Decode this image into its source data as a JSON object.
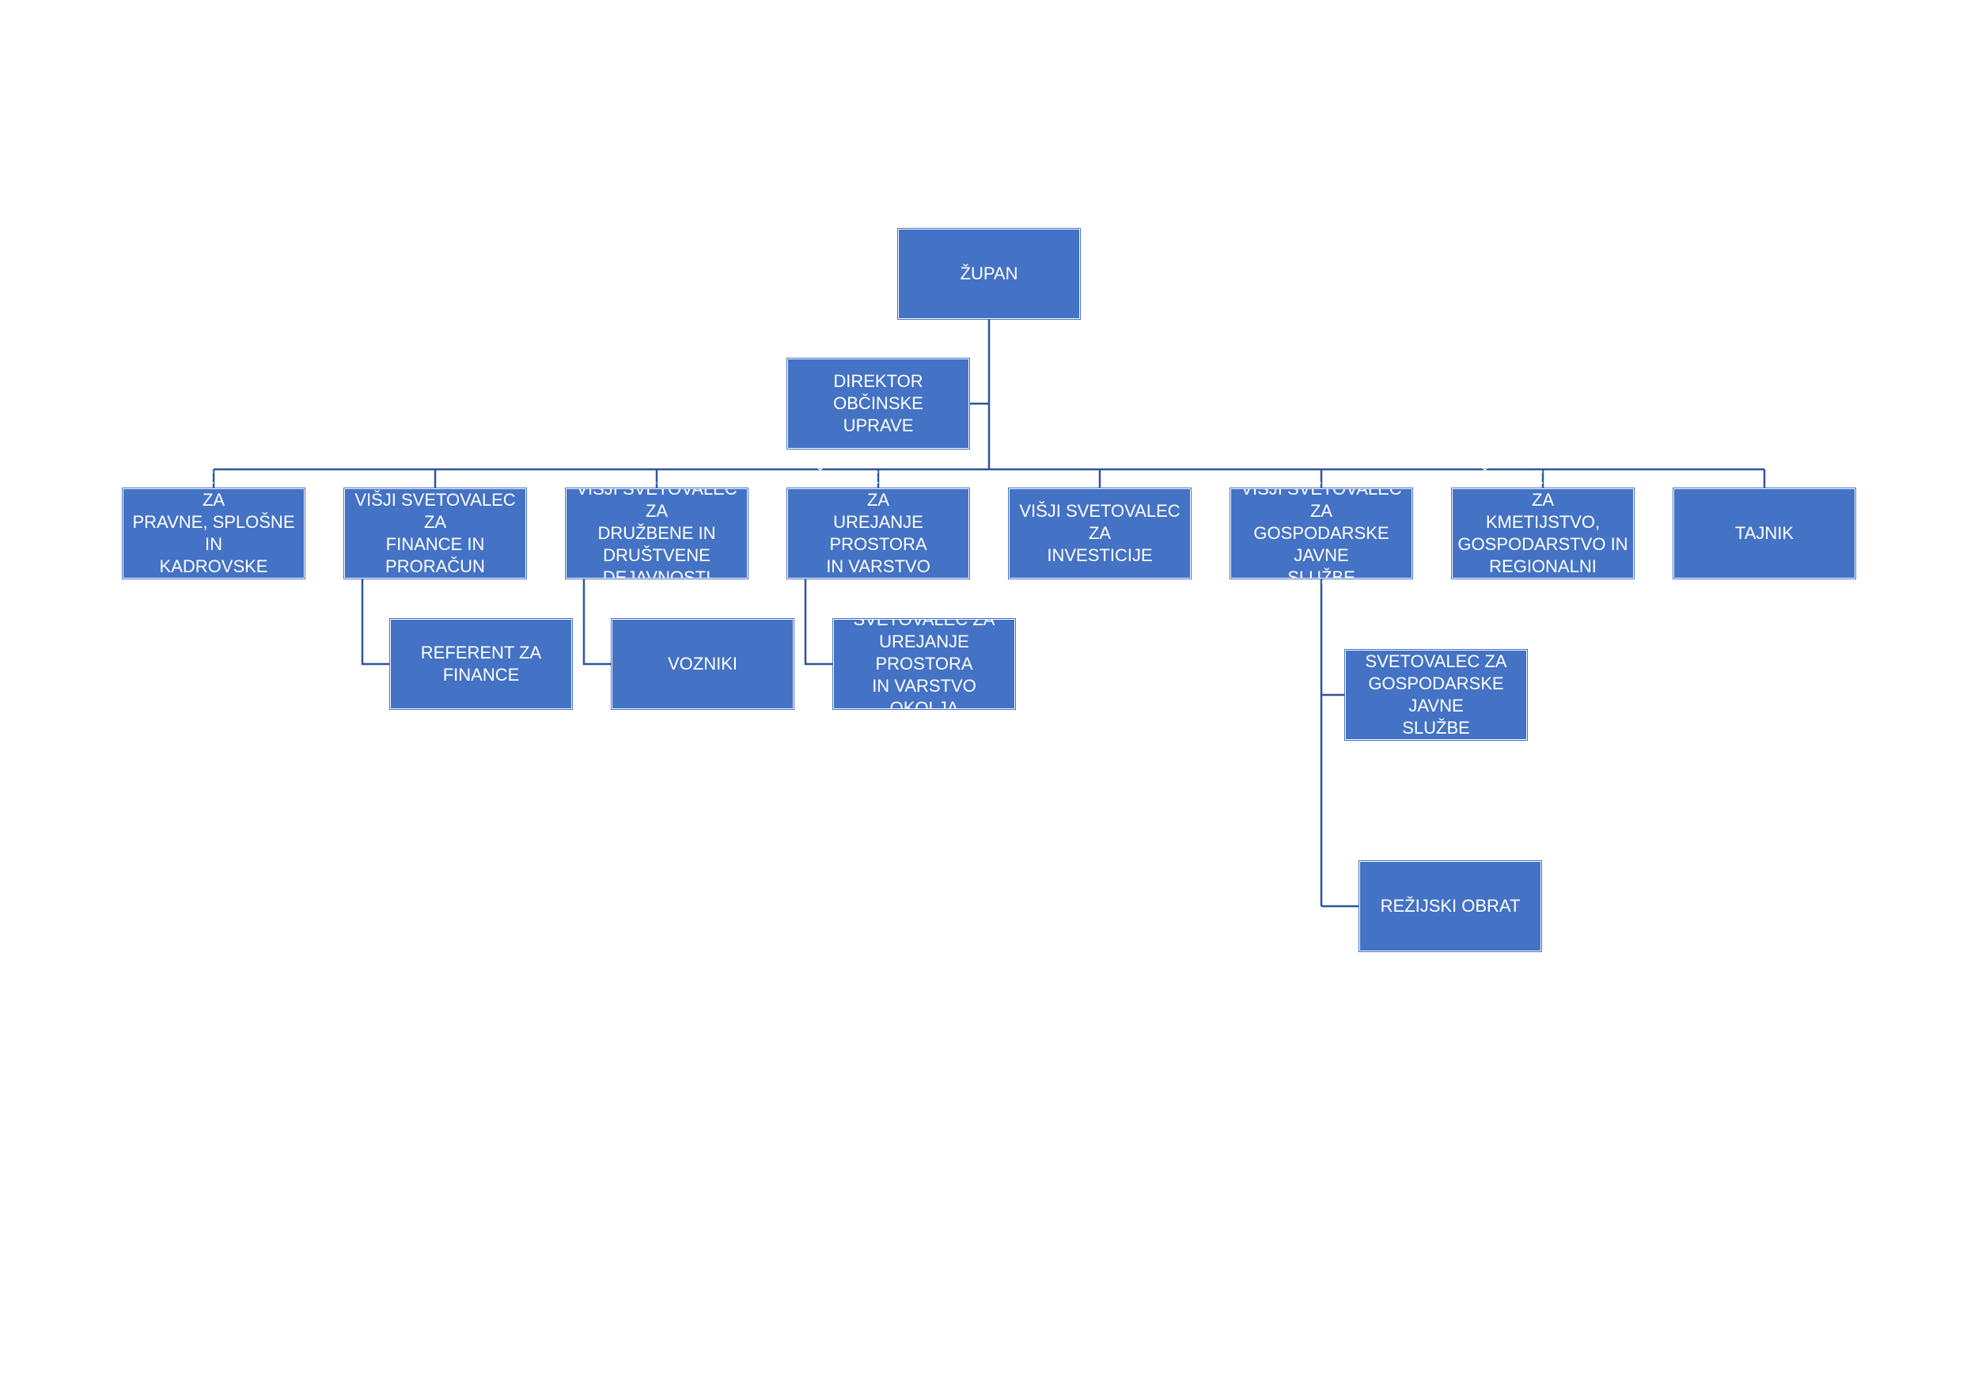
{
  "org_chart": {
    "root": {
      "label": "ŽUPAN"
    },
    "assistant": {
      "label": "DIREKTOR OBČINSKE\nUPRAVE"
    },
    "departments": [
      {
        "label": "VIŠJI SVETOVALEC ZA\nPRAVNE, SPLOŠNE IN\nKADROVSKE ZADEVE"
      },
      {
        "label": "VIŠJI SVETOVALEC ZA\nFINANCE IN\nPRORAČUN"
      },
      {
        "label": "VIŠJI SVETOVALEC ZA\nDRUŽBENE IN\nDRUŠTVENE\nDEJAVNOSTI"
      },
      {
        "label": "VIŠJI SVETOVALEC ZA\nUREJANJE PROSTORA\nIN VARSTVO OKOLJA"
      },
      {
        "label": "VIŠJI SVETOVALEC ZA\nINVESTICIJE"
      },
      {
        "label": "VIŠJI SVETOVALEC ZA\nGOSPODARSKE JAVNE\nSLUŽBE"
      },
      {
        "label": "VIŠJI SVETOVALEC ZA\nKMETIJSTVO,\nGOSPODARSTVO IN\nREGIONALNI RAZVOJ"
      },
      {
        "label": "TAJNIK"
      }
    ],
    "subordinates": {
      "referent_finance": {
        "label": "REFERENT ZA\nFINANCE"
      },
      "vozniki": {
        "label": "VOZNIKI"
      },
      "svetovalec_urejanje": {
        "label": "SVETOVALEC ZA\nUREJANJE PROSTORA\nIN VARSTVO OKOLJA"
      },
      "svetovalec_gospodarske": {
        "label": "SVETOVALEC ZA\nGOSPODARSKE JAVNE\nSLUŽBE"
      },
      "rezijski_obrat": {
        "label": "REŽIJSKI OBRAT"
      }
    },
    "colors": {
      "box_fill": "#4472c4",
      "box_text": "#ffffff",
      "connector": "#2f5597"
    }
  }
}
